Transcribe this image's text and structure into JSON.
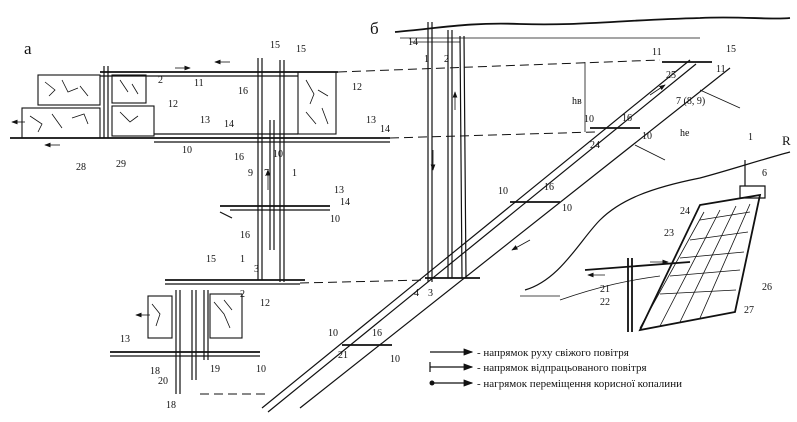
{
  "panel_a": {
    "title": "а",
    "labels": [
      "2",
      "11",
      "12",
      "16",
      "15",
      "15",
      "12",
      "13",
      "14",
      "10",
      "13",
      "14",
      "28",
      "29",
      "16",
      "10",
      "9",
      "7",
      "1",
      "13",
      "14",
      "10",
      "16",
      "15",
      "1",
      "3",
      "2",
      "12",
      "13",
      "18",
      "20",
      "19",
      "10",
      "18"
    ]
  },
  "panel_b": {
    "title": "б",
    "labels": [
      "14",
      "1",
      "2",
      "11",
      "15",
      "11",
      "25",
      "hв",
      "7 (8, 9)",
      "10",
      "16",
      "24",
      "10",
      "hе",
      "10",
      "16",
      "10",
      "4",
      "3",
      "10",
      "16",
      "21",
      "10"
    ]
  },
  "panel_r": {
    "title": "R",
    "labels": [
      "1",
      "6",
      "24",
      "23",
      "21",
      "22",
      "26",
      "27"
    ]
  },
  "legend": [
    {
      "text": "- напрямок руху свіжого повітря",
      "icon": "arrow-fresh-air-icon"
    },
    {
      "text": "- напрямок відпрацьованого повітря",
      "icon": "arrow-exhaust-air-icon"
    },
    {
      "text": "- нагрямок переміщення корисної копалини",
      "icon": "arrow-mineral-flow-icon"
    }
  ]
}
